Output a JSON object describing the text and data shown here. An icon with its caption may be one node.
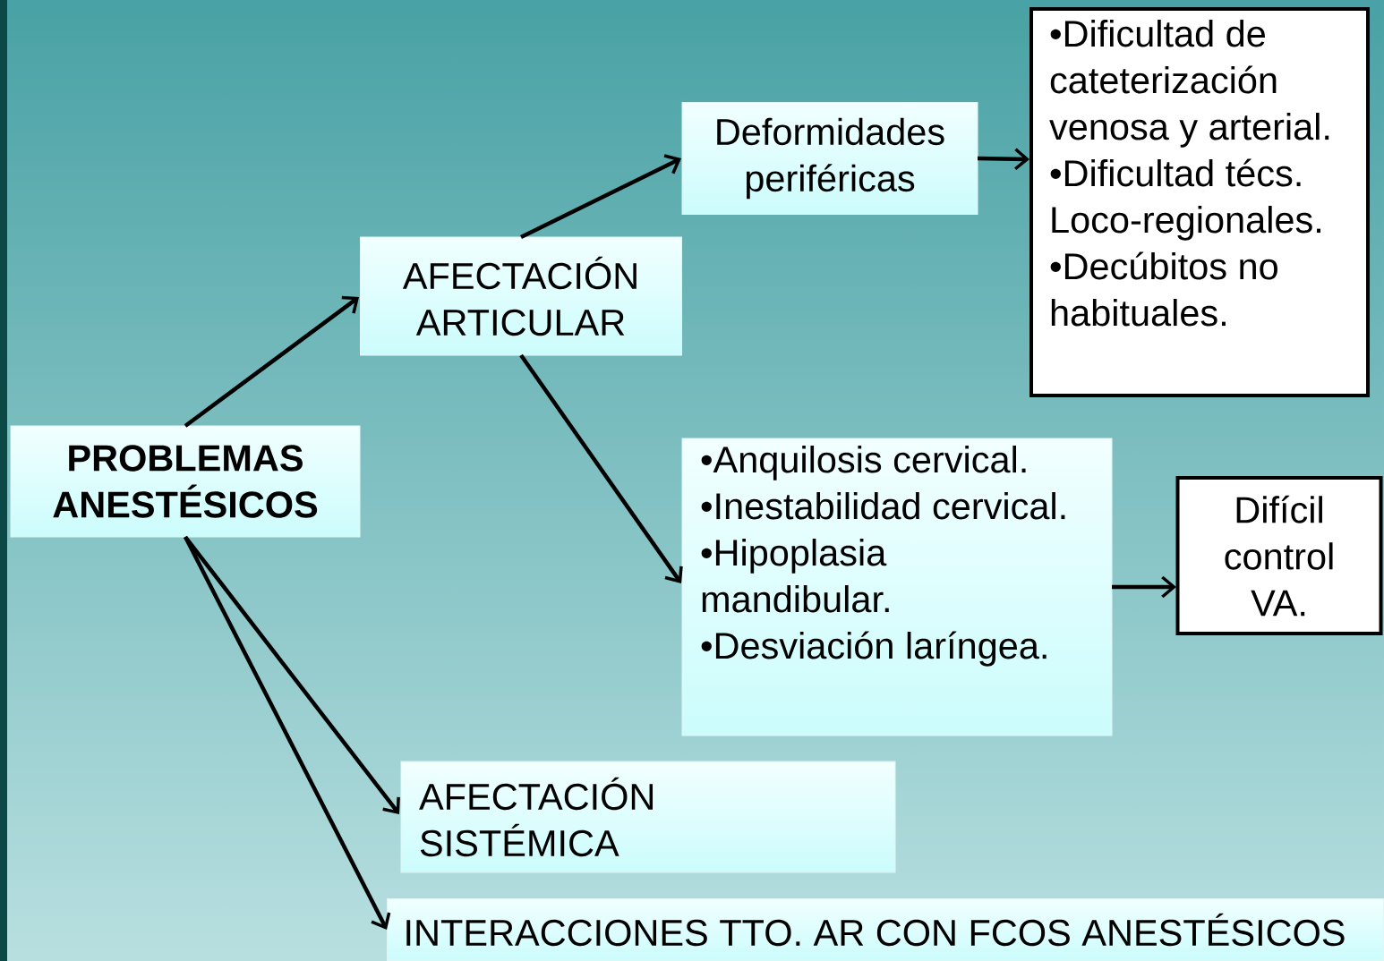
{
  "diagram": {
    "nodes": [
      {
        "text": [
          "PROBLEMAS ANESTÉSICOS"
        ]
      },
      {
        "text": [
          "AFECTACIÓN ARTICULAR"
        ]
      },
      {
        "text": [
          "Deformidades periféricas"
        ]
      },
      {
        "text": [
          "•Dificultad de cateterización venosa y arterial.",
          "•Dificultad técs. Loco-regionales.",
          "•Decúbitos no habituales."
        ]
      },
      {
        "text": [
          "•Anquilosis cervical.",
          "•Inestabilidad cervical.",
          "•Hipoplasia mandibular.",
          "•Desviación laríngea."
        ]
      },
      {
        "text": [
          "Difícil control VA."
        ]
      },
      {
        "text": [
          "AFECTACIÓN SISTÉMICA"
        ]
      },
      {
        "text": [
          "INTERACCIONES TTO. AR CON FCOS ANESTÉSICOS"
        ]
      }
    ],
    "edges": [
      {
        "from": 0,
        "to": 1,
        "arrow": "to"
      },
      {
        "from": 1,
        "to": 2,
        "arrow": "to"
      },
      {
        "from": 2,
        "to": 3,
        "arrow": "to"
      },
      {
        "from": 1,
        "to": 4,
        "arrow": "to"
      },
      {
        "from": 4,
        "to": 5,
        "arrow": "to"
      },
      {
        "from": 0,
        "to": 6,
        "arrow": "to"
      },
      {
        "from": 0,
        "to": 7,
        "arrow": "to"
      }
    ]
  }
}
